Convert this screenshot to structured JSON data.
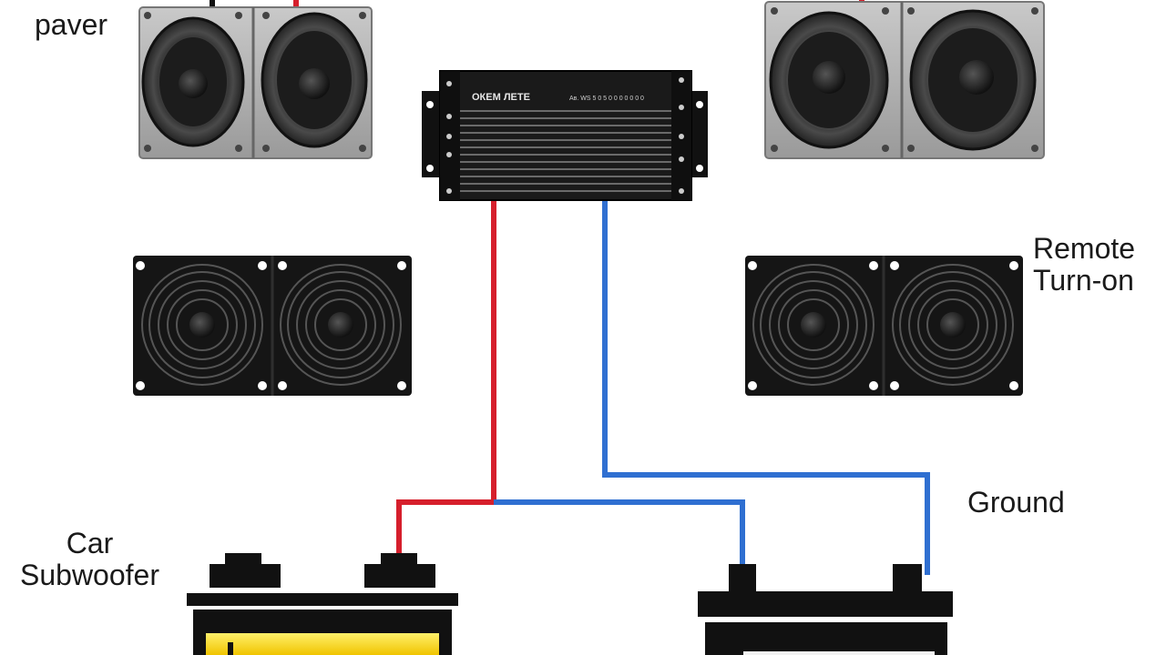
{
  "labels": {
    "power": "paver",
    "remote_turn_on": [
      "Remote",
      "Turn-on"
    ],
    "ground": "Ground",
    "car_subwoofer": [
      "Car",
      "Subwoofer"
    ]
  },
  "amplifier": {
    "brand_text": "ОКЕМ ЛЕТЕ",
    "model_text": "Ав.   WS 5 0 5 0 0 0 0 0 0 0"
  },
  "colors": {
    "power_wire": "#d61f2c",
    "signal_wire": "#2f6fd1",
    "battery_left": "#f5c800"
  }
}
